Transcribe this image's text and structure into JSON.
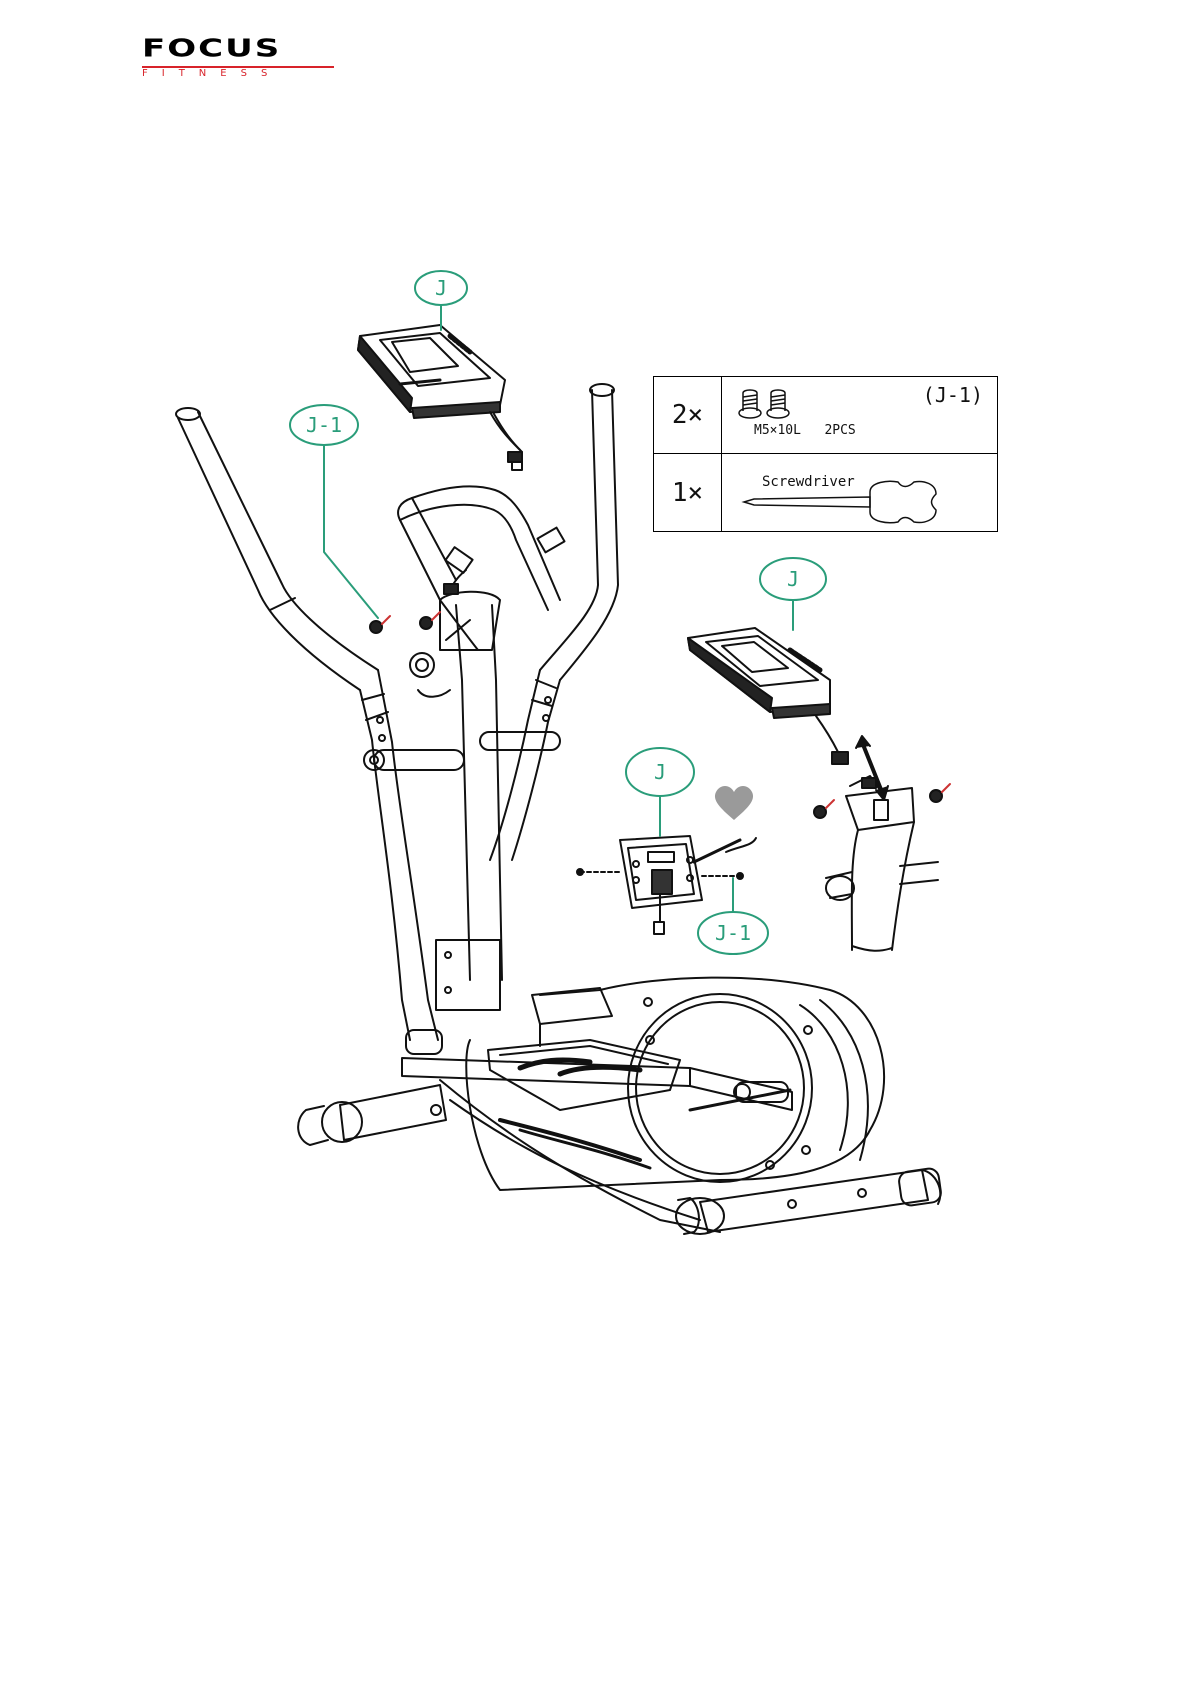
{
  "brand": {
    "name": "FOCUS",
    "tagline": "FITNESS",
    "accent_color": "#d8232a"
  },
  "callouts": {
    "console_top": "J",
    "screws_left": "J-1",
    "console_right": "J",
    "console_back": "J",
    "screws_bottom": "J-1"
  },
  "parts_table": {
    "rows": [
      {
        "qty": "2×",
        "code": "(J-1)",
        "spec": "M5×10L   2PCS",
        "icon": "screw-icon"
      },
      {
        "qty": "1×",
        "name": "Screwdriver",
        "icon": "screwdriver-icon"
      }
    ]
  },
  "colors": {
    "callout": "#2a9d7a",
    "line": "#111111",
    "heart": "#9a9a9a"
  }
}
